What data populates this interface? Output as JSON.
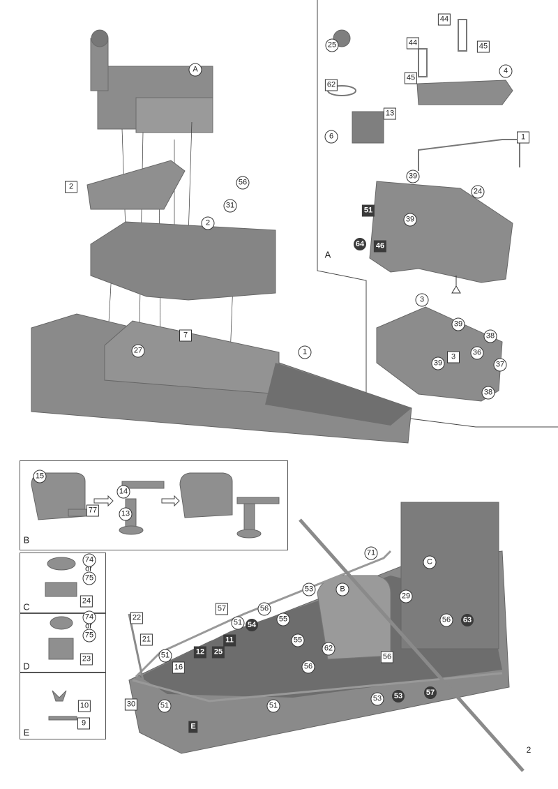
{
  "top_left": {
    "callouts": [
      "A",
      "2",
      "56",
      "31",
      "2",
      "7",
      "27",
      "1"
    ]
  },
  "top_right": {
    "callouts": [
      "44",
      "25",
      "44",
      "45",
      "4",
      "45",
      "62",
      "13",
      "6",
      "1",
      "39",
      "24",
      "51",
      "39",
      "64",
      "46"
    ],
    "section_label": "A",
    "sub_callouts": [
      "3",
      "39",
      "38",
      "3",
      "36",
      "37",
      "39",
      "38"
    ]
  },
  "panel_b": {
    "callouts": [
      "15",
      "14",
      "77",
      "13"
    ],
    "label": "B"
  },
  "panel_c": {
    "callouts": [
      "74",
      "or",
      "75",
      "24"
    ],
    "label": "C"
  },
  "panel_d": {
    "callouts": [
      "74",
      "or",
      "75",
      "23"
    ],
    "label": "D"
  },
  "panel_e": {
    "callouts": [
      "10",
      "9"
    ],
    "label": "E"
  },
  "bottom": {
    "callouts": [
      "71",
      "C",
      "B",
      "53",
      "29",
      "22",
      "57",
      "56",
      "51",
      "54",
      "55",
      "56",
      "63",
      "11",
      "12",
      "25",
      "55",
      "21",
      "51",
      "62",
      "56",
      "16",
      "56",
      "30",
      "51",
      "51",
      "53",
      "53",
      "57",
      "E"
    ]
  },
  "page_number": "2",
  "colors": {
    "part": "#8a8a8a",
    "dark": "#3a3a3a"
  }
}
